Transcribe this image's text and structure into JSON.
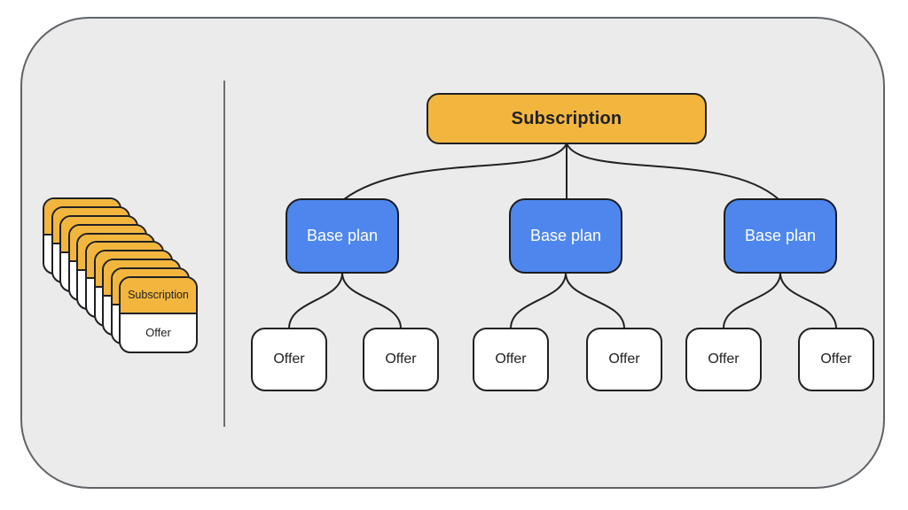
{
  "panel": {
    "description": "rounded rectangle canvas split by a vertical divider",
    "fill": "#EBEBEB",
    "border": "#5F6368",
    "divider_color": "#6E6E6E"
  },
  "stack": {
    "card_count": 10,
    "front_card": {
      "header_label": "Subscription",
      "body_label": "Offer"
    }
  },
  "tree": {
    "root": {
      "label": "Subscription",
      "fill": "#F2B63F"
    },
    "base_plans": [
      {
        "label": "Base plan",
        "fill": "#4E86EE",
        "offers": [
          {
            "label": "Offer"
          },
          {
            "label": "Offer"
          }
        ]
      },
      {
        "label": "Base plan",
        "fill": "#4E86EE",
        "offers": [
          {
            "label": "Offer"
          },
          {
            "label": "Offer"
          }
        ]
      },
      {
        "label": "Base plan",
        "fill": "#4E86EE",
        "offers": [
          {
            "label": "Offer"
          },
          {
            "label": "Offer"
          }
        ]
      }
    ]
  },
  "colors": {
    "outline": "#202124",
    "subscription_fill": "#F2B63F",
    "base_plan_fill": "#4E86EE",
    "offer_fill": "#FFFFFF",
    "base_plan_text": "#FFFFFF",
    "dark_text": "#202124"
  }
}
